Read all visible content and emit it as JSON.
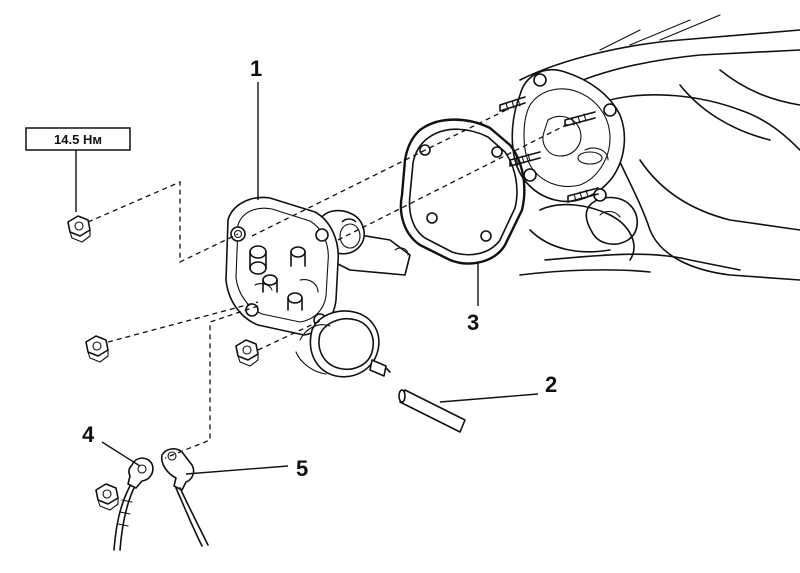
{
  "torque_label": "14.5 Нм",
  "callouts": {
    "c1": "1",
    "c2": "2",
    "c3": "3",
    "c4": "4",
    "c5": "5"
  }
}
